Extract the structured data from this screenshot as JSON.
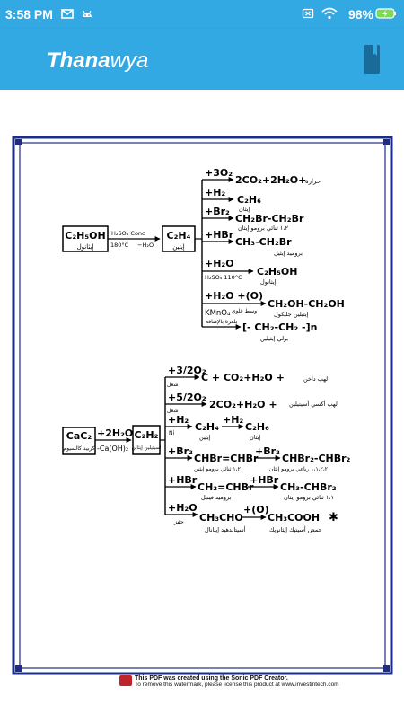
{
  "status_bar": {
    "time": "3:58 PM",
    "battery": "98%",
    "icons": [
      "gmail-icon",
      "android-icon",
      "notification-off-icon",
      "wifi-icon",
      "battery-charging-icon"
    ]
  },
  "app_bar": {
    "brand_part1": "Thana",
    "brand_part2": "wya",
    "action_icon": "bookmark-book-icon"
  },
  "colors": {
    "primary": "#33a9e4",
    "border_blue": "#1d2c8a",
    "ink": "#000000"
  },
  "diagram1": {
    "start_box": "C₂H₅OH",
    "start_label": "إيثانول",
    "cond_top": "H₂SO₄ Conc",
    "cond_bottom": "180°C",
    "cond_minus": "−H₂O",
    "center_box": "C₂H₄",
    "center_label": "إيثين",
    "rows": [
      {
        "reagent": "+3O₂",
        "product": "2CO₂+2H₂O+",
        "note": "حرارة",
        "sub": ""
      },
      {
        "reagent": "+H₂",
        "product": "C₂H₆",
        "note": "",
        "sub": "إيثان"
      },
      {
        "reagent": "+Br₂",
        "product": "CH₂Br-CH₂Br",
        "note": "",
        "sub": "١،٢ ثنائي برومو إيثان"
      },
      {
        "reagent": "+HBr",
        "product": "CH₃-CH₂Br",
        "note": "",
        "sub": "بروميد إيثيل"
      },
      {
        "reagent": "+H₂O",
        "product": "C₂H₅OH",
        "note": "H₂SO₄ 110°C",
        "sub": "إيثانول"
      },
      {
        "reagent": "+H₂O +(O)",
        "product": "CH₂OH-CH₂OH",
        "note": "KMnO₄",
        "sub": "إيثيلين جليكول"
      },
      {
        "reagent": "بلمرة بالإضافة",
        "product": "[- CH₂-CH₂ -]n",
        "note": "",
        "sub": "بولي إيثيلين"
      }
    ],
    "row_extra": "وسط قلوي"
  },
  "diagram2": {
    "start_box": "CaC₂",
    "start_label": "كربيد كالسيوم",
    "reagent": "+2H₂O",
    "minus": "-Ca(OH)₂",
    "center_box": "C₂H₂",
    "center_label": "أسيتيلين إيثاين",
    "rows": [
      {
        "reagent": "+3/2O₂",
        "product": "C + CO₂+H₂O +",
        "note": "لهب داخن",
        "sub": "شعل"
      },
      {
        "reagent": "+5/2O₂",
        "product": "2CO₂+H₂O +",
        "note": "لهب أكسي أسيتيلين",
        "sub": "شعل"
      },
      {
        "reagent": "+H₂",
        "product": "C₂H₄",
        "second_reagent": "+H₂",
        "second_product": "C₂H₆",
        "note": "Ni",
        "sub": "إيثين",
        "sub2": "إيثان"
      },
      {
        "reagent": "+Br₂",
        "product": "CHBr=CHBr",
        "second_reagent": "+Br₂",
        "second_product": "CHBr₂-CHBr₂",
        "sub": "١،٢ ثنائي برومو إيثين",
        "sub2": "١،١،٢،٢ رباعي برومو إيثان"
      },
      {
        "reagent": "+HBr",
        "product": "CH₂=CHBr",
        "second_reagent": "+HBr",
        "second_product": "CH₃-CHBr₂",
        "sub": "بروميد فينيل",
        "sub2": "١،١ ثنائي برومو إيثان"
      },
      {
        "reagent": "+H₂O",
        "product": "CH₃CHO",
        "second_reagent": "+(O)",
        "second_product": "CH₃COOH",
        "note": "حفز",
        "sub": "أسيتالدهيد إيثانال",
        "sub2": "حمض أسيتيك إيثانويك",
        "mark": "✱"
      }
    ]
  },
  "footer": {
    "line1": "This PDF was created using the Sonic PDF Creator.",
    "line2": "To remove this watermark, please license this product at www.investintech.com"
  }
}
